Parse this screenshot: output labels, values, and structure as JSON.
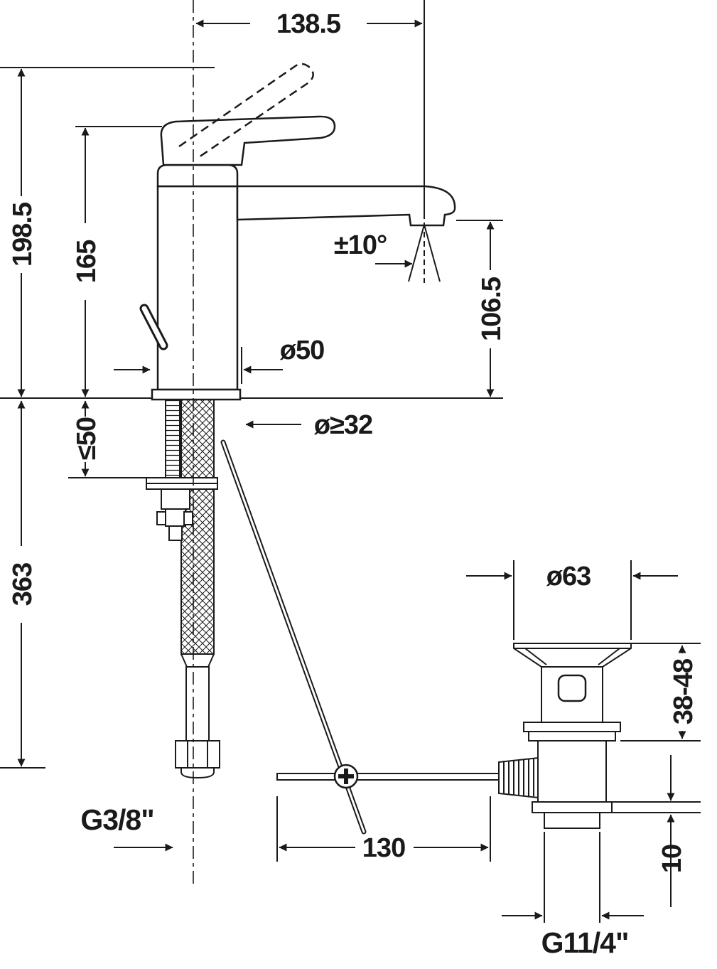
{
  "page": {
    "background_color": "#ffffff",
    "line_color": "#1a1a1a",
    "drawing_kind": "single-lever basin mixer with pop-up drain, dimensional technical drawing"
  },
  "drawing": {
    "dimensions": {
      "spout_reach": "138.5",
      "total_height": "198.5",
      "handle_height": "165",
      "stream_angle": "±10°",
      "outlet_height": "106.5",
      "body_diameter": "ø50",
      "mounting_hole_diameter": "ø≥32",
      "max_deck_thickness": "≤50",
      "length_below_deck": "363",
      "drain_flange_diameter": "ø63",
      "drain_deck_range": "38-48",
      "supply_thread": "G3/8\"",
      "rod_length": "130",
      "drain_washer_height": "10",
      "drain_thread": "G11/4\""
    }
  }
}
